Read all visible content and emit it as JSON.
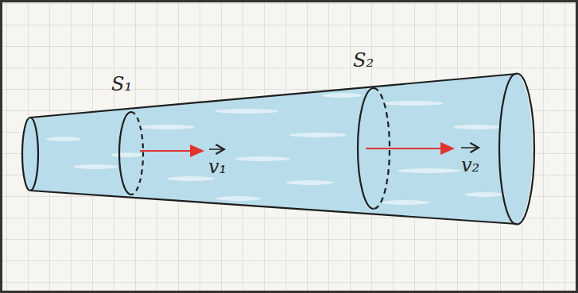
{
  "diagram": {
    "labels": [
      "S₁",
      "S₂",
      "v₁",
      "v₂"
    ]
  }
}
